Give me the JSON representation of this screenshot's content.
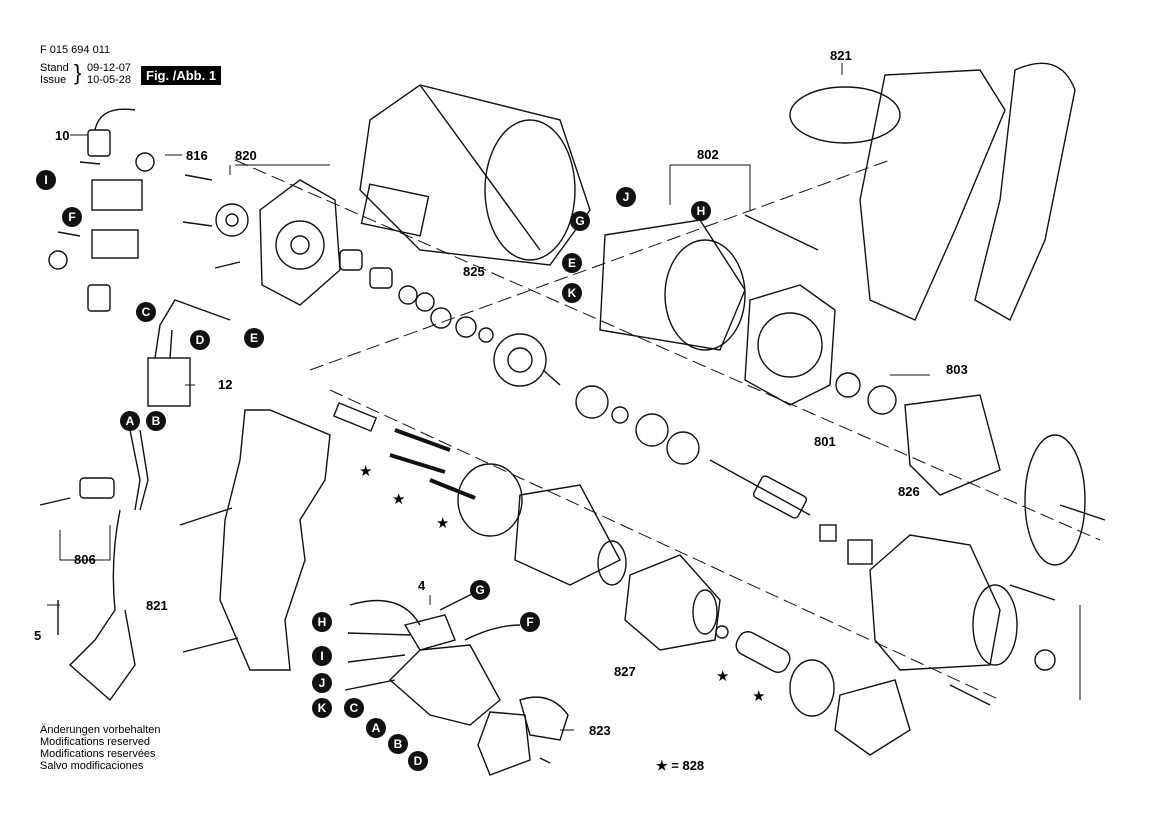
{
  "header": {
    "doc_number": "F 015 694 011",
    "stand_label": "Stand",
    "issue_label": "Issue",
    "stand_date": "09-12-07",
    "issue_date": "10-05-28",
    "figure_label": "Fig. /Abb. 1"
  },
  "footer": {
    "note_de": "Änderungen vorbehalten",
    "note_en": "Modifications reserved",
    "note_fr": "Modifications reservées",
    "note_es": "Salvo modificaciones",
    "star_legend": "★ = 828"
  },
  "part_numbers": {
    "p10": "10",
    "p816": "816",
    "p820": "820",
    "p821_top": "821",
    "p802": "802",
    "p825": "825",
    "p12": "12",
    "p803": "803",
    "p801": "801",
    "p826": "826",
    "p806": "806",
    "p5": "5",
    "p821_left": "821",
    "p4": "4",
    "p827": "827",
    "p823": "823"
  },
  "connector_letters": {
    "I1": "I",
    "F1": "F",
    "C1": "C",
    "D1": "D",
    "E1": "E",
    "A1": "A",
    "B1": "B",
    "G1": "G",
    "J1": "J",
    "H1": "H",
    "E2": "E",
    "K1": "K",
    "G2": "G",
    "F2": "F",
    "H2": "H",
    "I2": "I",
    "J2": "J",
    "K2": "K",
    "C2": "C",
    "A2": "A",
    "B2": "B",
    "D2": "D"
  },
  "star_symbol": "★"
}
